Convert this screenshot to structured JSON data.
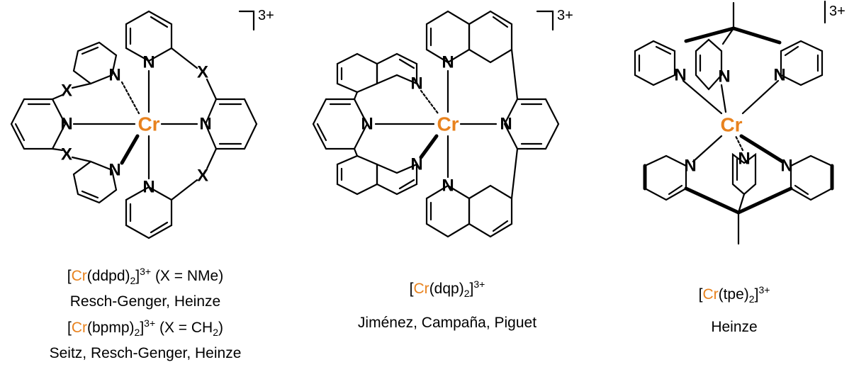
{
  "colors": {
    "metal": "#E8821E",
    "ink": "#000000"
  },
  "labels": {
    "metal": "Cr",
    "n": "N",
    "x": "X",
    "charge": "3+"
  },
  "complexes": [
    {
      "caption": [
        {
          "pre": "[",
          "metal": "Cr",
          "mid": "(ddpd)",
          "sub": "2",
          "close": "]",
          "sup": "3+",
          "post": " (X = NMe)"
        },
        {
          "text": "Resch-Genger, Heinze"
        },
        {
          "pre": "[",
          "metal": "Cr",
          "mid": "(bpmp)",
          "sub": "2",
          "close": "]",
          "sup": "3+",
          "post": " (X = CH",
          "sub2": "2",
          "post2": ")"
        },
        {
          "text": "Seitz, Resch-Genger, Heinze"
        }
      ]
    },
    {
      "caption": [
        {
          "pre": "[",
          "metal": "Cr",
          "mid": "(dqp)",
          "sub": "2",
          "close": "]",
          "sup": "3+"
        },
        {
          "text": "Jiménez, Campaña, Piguet"
        }
      ]
    },
    {
      "caption": [
        {
          "pre": "[",
          "metal": "Cr",
          "mid": "(tpe)",
          "sub": "2",
          "close": "]",
          "sup": "3+"
        },
        {
          "text": "Heinze"
        }
      ]
    }
  ]
}
